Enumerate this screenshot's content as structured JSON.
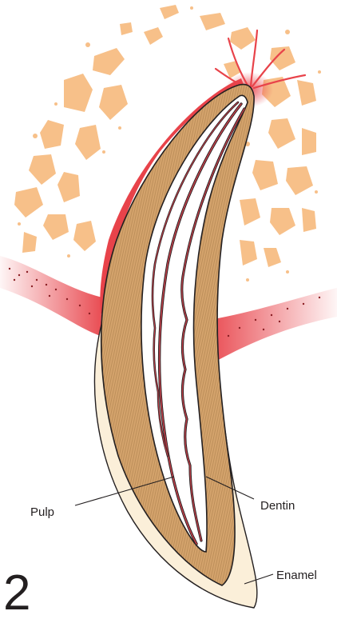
{
  "figure": {
    "number": "2",
    "labels": {
      "pulp": "Pulp",
      "dentin": "Dentin",
      "enamel": "Enamel"
    }
  },
  "colors": {
    "bone": "#f7c089",
    "gingiva": "#e8434a",
    "dentin": "#d4a36c",
    "enamel": "#fbefd9",
    "pulp": "#ffffff",
    "vessel": "#c0404a",
    "outline": "#231f20"
  }
}
